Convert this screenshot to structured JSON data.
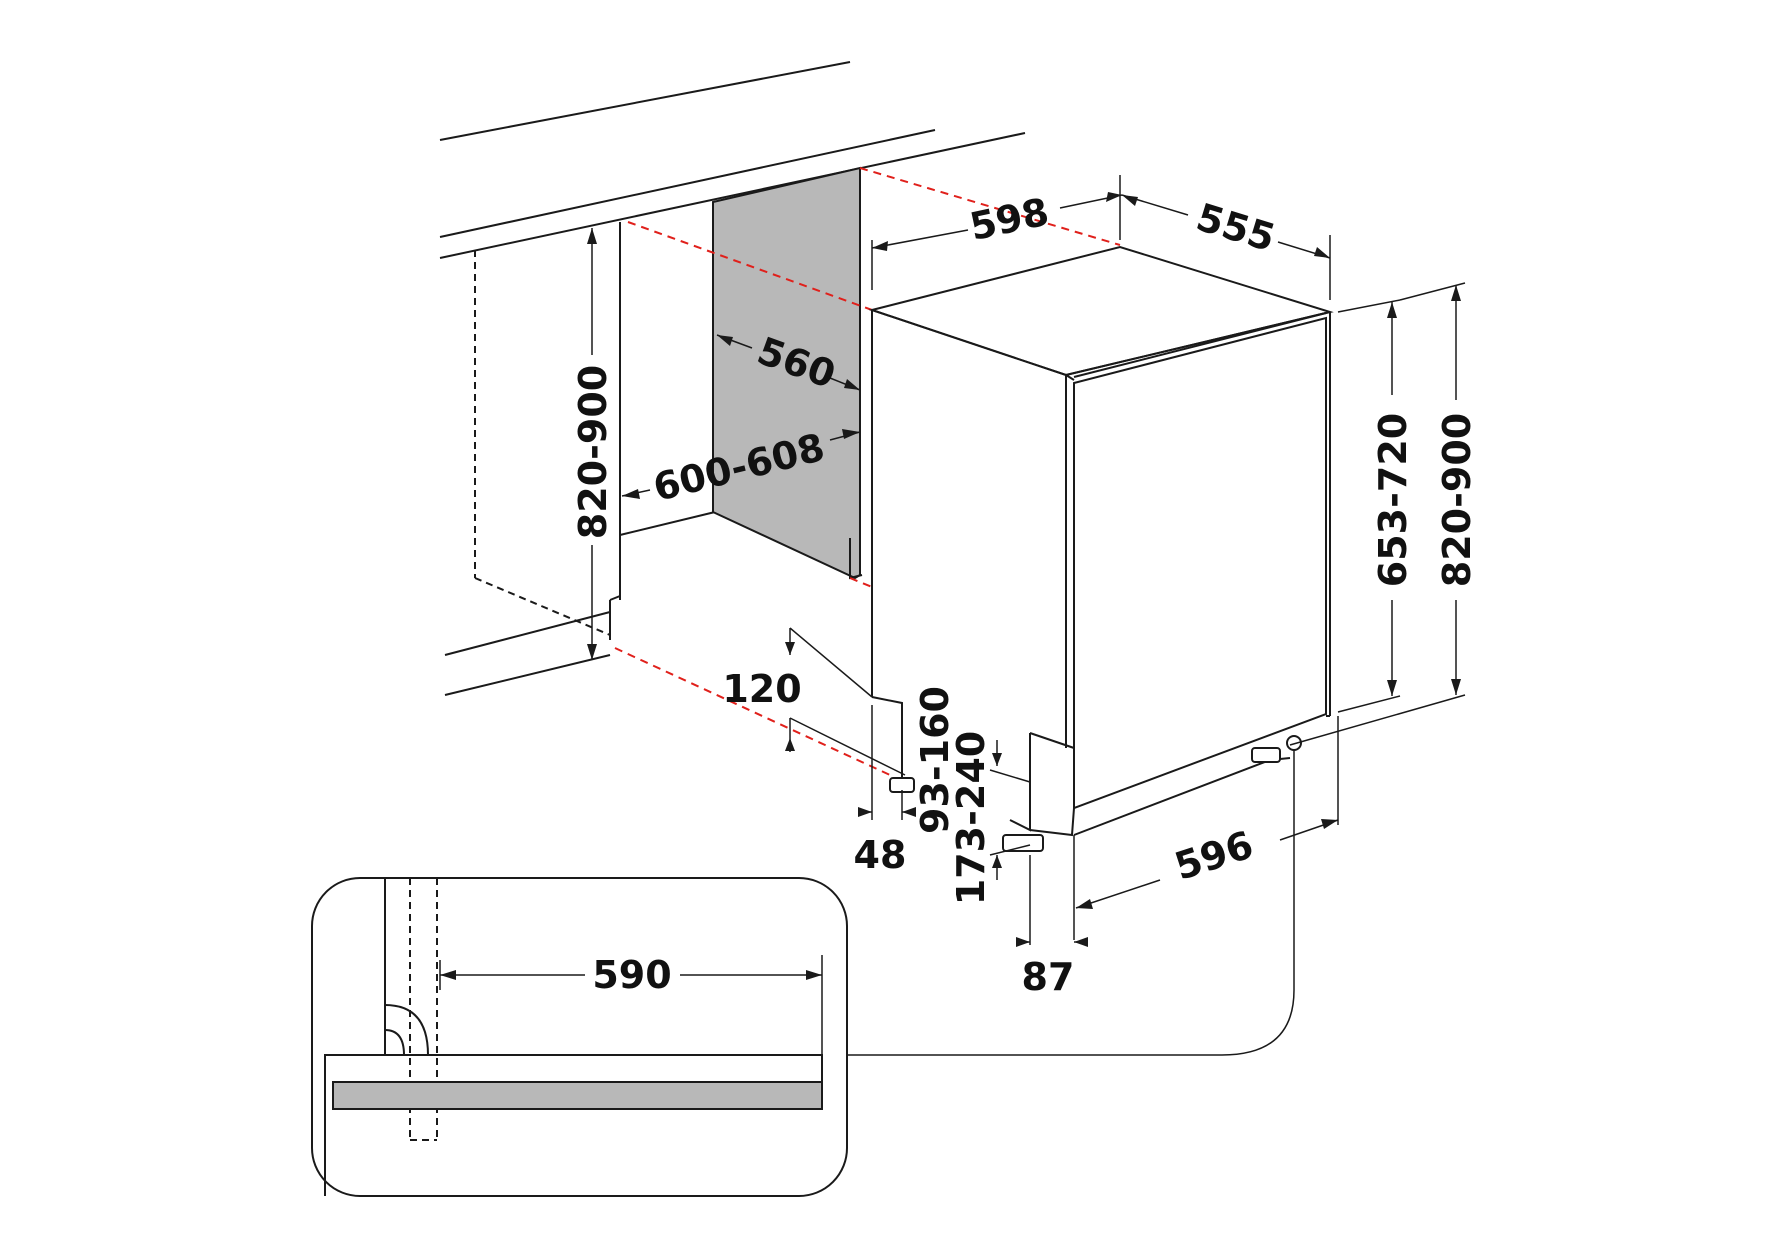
{
  "colors": {
    "line": "#1a1a1a",
    "guide": "#e0201b",
    "side_panel": "#b8b8b8",
    "plinth": "#b8b8b8",
    "background": "#ffffff"
  },
  "dimensions": {
    "width_top": "598",
    "depth_top": "555",
    "niche_depth": "560",
    "niche_width": "600-608",
    "niche_height": "820-900",
    "door_height": "653-720",
    "appliance_height": "820-900",
    "base_offset": "120",
    "foot_range_front": "93-160",
    "foot_range_total": "173-240",
    "recess_48": "48",
    "door_width": "596",
    "recess_87": "87",
    "detail_depth": "590"
  }
}
